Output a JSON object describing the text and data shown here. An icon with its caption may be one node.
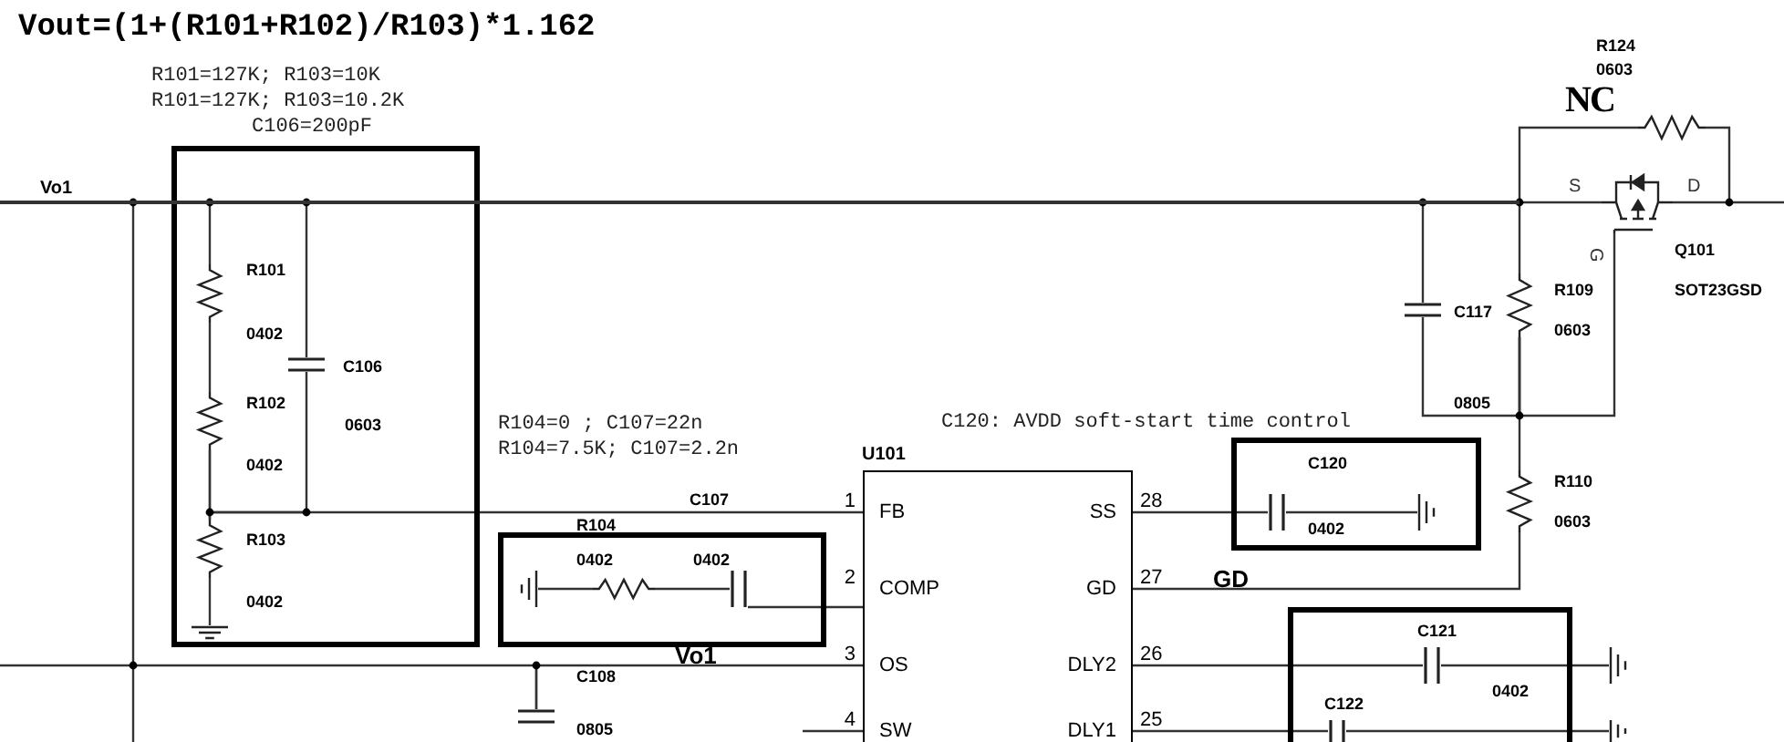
{
  "diagram": {
    "title": "Vout=(1+(R101+R102)/R103)*1.162",
    "nodes": [
      {
        "text": [],
        "shape": "box"
      },
      {
        "text": [],
        "shape": "resistor",
        "in": 0,
        "beside": [
          "R101",
          "0402"
        ]
      },
      {
        "text": [],
        "shape": "resistor",
        "in": 0,
        "beside": [
          "R102",
          "0402"
        ]
      },
      {
        "text": [],
        "shape": "resistor",
        "in": 0,
        "beside": [
          "R103",
          "0402"
        ]
      },
      {
        "text": [],
        "shape": "ground",
        "in": 0
      },
      {
        "text": [],
        "shape": "capacitor",
        "in": 0,
        "beside": [
          "C106",
          "0603"
        ]
      },
      {
        "text": [],
        "shape": "box"
      },
      {
        "text": [],
        "shape": "ground",
        "in": 6
      },
      {
        "text": [],
        "shape": "resistor",
        "in": 6,
        "beside": [
          "R104",
          "0402"
        ]
      },
      {
        "text": [],
        "shape": "capacitor",
        "in": 6,
        "beside": [
          "C107",
          "0402"
        ]
      },
      {
        "text": [],
        "shape": "capacitor",
        "beside": [
          "C108",
          "0805"
        ]
      },
      {
        "text": [
          "U101",
          "FB",
          "COMP",
          "OS",
          "SW",
          "SS",
          "GD",
          "DLY2",
          "DLY1"
        ],
        "beside": [
          "1",
          "2",
          "3",
          "4",
          "28",
          "27",
          "26",
          "25"
        ]
      },
      {
        "text": [],
        "shape": "box"
      },
      {
        "text": [],
        "shape": "capacitor",
        "in": 12,
        "beside": [
          "C120",
          "0402"
        ]
      },
      {
        "text": [],
        "shape": "ground",
        "in": 12
      },
      {
        "text": [],
        "shape": "resistor",
        "beside": [
          "R110",
          "0603"
        ]
      },
      {
        "text": [],
        "shape": "box"
      },
      {
        "text": [],
        "shape": "capacitor",
        "in": 16,
        "beside": [
          "C121",
          "0402"
        ]
      },
      {
        "text": [],
        "shape": "ground"
      },
      {
        "text": [],
        "shape": "capacitor",
        "in": 16,
        "beside": [
          "C122"
        ]
      },
      {
        "text": [],
        "shape": "ground"
      },
      {
        "text": [],
        "shape": "capacitor",
        "beside": [
          "C117"
        ]
      },
      {
        "text": [],
        "shape": "resistor",
        "beside": [
          "R109",
          "0603"
        ]
      },
      {
        "text": [],
        "shape": "resistor",
        "beside": [
          "R124",
          "0603",
          "NC"
        ]
      },
      {
        "text": [],
        "shape": "transistor",
        "beside": [
          "Q101",
          "SOT23GSD",
          "S",
          "D",
          "G"
        ]
      },
      {
        "text": [],
        "shape": "bar",
        "beside": [
          "Vo1"
        ]
      }
    ],
    "edges": [
      {
        "from": 1,
        "to": 2,
        "arrow": "none"
      },
      {
        "from": 2,
        "to": 3,
        "arrow": "none"
      },
      {
        "from": 3,
        "to": 4,
        "arrow": "none"
      },
      {
        "from": 5,
        "to": 3,
        "arrow": "none"
      },
      {
        "from": 2,
        "to": 11,
        "arrow": "none"
      },
      {
        "from": 7,
        "to": 8,
        "arrow": "none"
      },
      {
        "from": 8,
        "to": 9,
        "arrow": "none"
      },
      {
        "from": 9,
        "to": 11,
        "arrow": "none"
      },
      {
        "from": 10,
        "to": 11,
        "arrow": "none"
      },
      {
        "from": 11,
        "to": 13,
        "arrow": "none"
      },
      {
        "from": 13,
        "to": 14,
        "arrow": "none"
      },
      {
        "from": 11,
        "to": 15,
        "arrow": "none"
      },
      {
        "from": 11,
        "to": 17,
        "arrow": "none"
      },
      {
        "from": 17,
        "to": 18,
        "arrow": "none"
      },
      {
        "from": 15,
        "to": 22,
        "arrow": "none"
      },
      {
        "from": 21,
        "to": 22,
        "arrow": "none"
      },
      {
        "from": 24,
        "to": 22,
        "arrow": "none"
      },
      {
        "from": 22,
        "to": 25,
        "arrow": "none"
      },
      {
        "from": 23,
        "to": 24,
        "arrow": "none"
      },
      {
        "from": 25,
        "to": 23,
        "arrow": "none"
      },
      {
        "from": 11,
        "to": 19,
        "arrow": "none"
      },
      {
        "from": 19,
        "to": 20,
        "arrow": "none"
      },
      {
        "from": 25,
        "to": 1,
        "arrow": "none"
      },
      {
        "from": 25,
        "to": 5,
        "arrow": "none"
      },
      {
        "from": 25,
        "to": 21,
        "arrow": "none"
      },
      {
        "from": 25,
        "to": 10,
        "arrow": "none"
      },
      {
        "from": 25,
        "to": 24,
        "arrow": "none"
      }
    ],
    "labels": [
      "R101=127K; R103=10K",
      "R101=127K; R103=10.2K",
      "C106=200pF",
      "R104=0 ; C107=22n",
      "R104=7.5K; C107=2.2n",
      "C120: AVDD soft-start time control",
      "0805",
      "GD",
      "Vo1"
    ]
  }
}
